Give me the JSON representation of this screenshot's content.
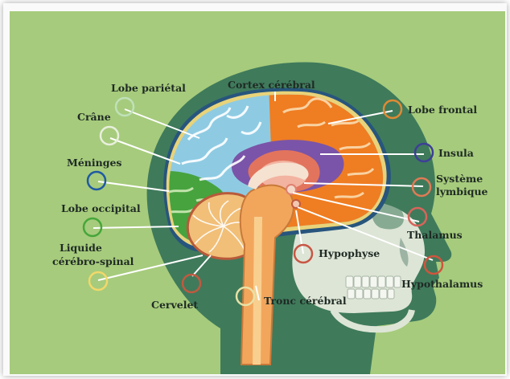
{
  "labels": {
    "cortex": "Cortex cérébral",
    "lobe_parietal": "Lobe pariétal",
    "crane": "Crâne",
    "meninges": "Méninges",
    "lobe_occipital": "Lobe occipital",
    "liquide_1": "Liquide",
    "liquide_2": "cérébro-spinal",
    "cervelet": "Cervelet",
    "tronc": "Tronc cérébral",
    "hypophyse": "Hypophyse",
    "hypothalamus": "Hypothalamus",
    "thalamus": "Thalamus",
    "systeme_1": "Système",
    "systeme_2": "lymbique",
    "insula": "Insula",
    "lobe_frontal": "Lobe frontal"
  },
  "colors": {
    "background": "#a6cb7c",
    "head": "#3f7a5b",
    "skull": "#dde5d6",
    "frontal": "#ef7d22",
    "parietal": "#8ecbe3",
    "occipital": "#47a33e",
    "insula": "#7a54a8",
    "cerebellum": "#f1bf78",
    "brainstem": "#f2a65c",
    "limbic": "#e2745d",
    "meninges_ring": "#27557d",
    "lobe_parietal_marker": "#bfe1b9",
    "crane_marker": "#e8efdc",
    "meninges_marker": "#1f5aa3",
    "lobe_occipital_marker": "#46a63a",
    "liquide_marker": "#f2d86a",
    "cervelet_marker": "#c05a40",
    "tronc_marker": "#e9e1a6",
    "hypophyse_marker": "#c85644",
    "hypothalamus_marker": "#d0553e",
    "thalamus_marker": "#d8645a",
    "systeme_marker": "#e07b55",
    "insula_marker": "#3d3f97",
    "lobe_frontal_marker": "#e08a34"
  }
}
